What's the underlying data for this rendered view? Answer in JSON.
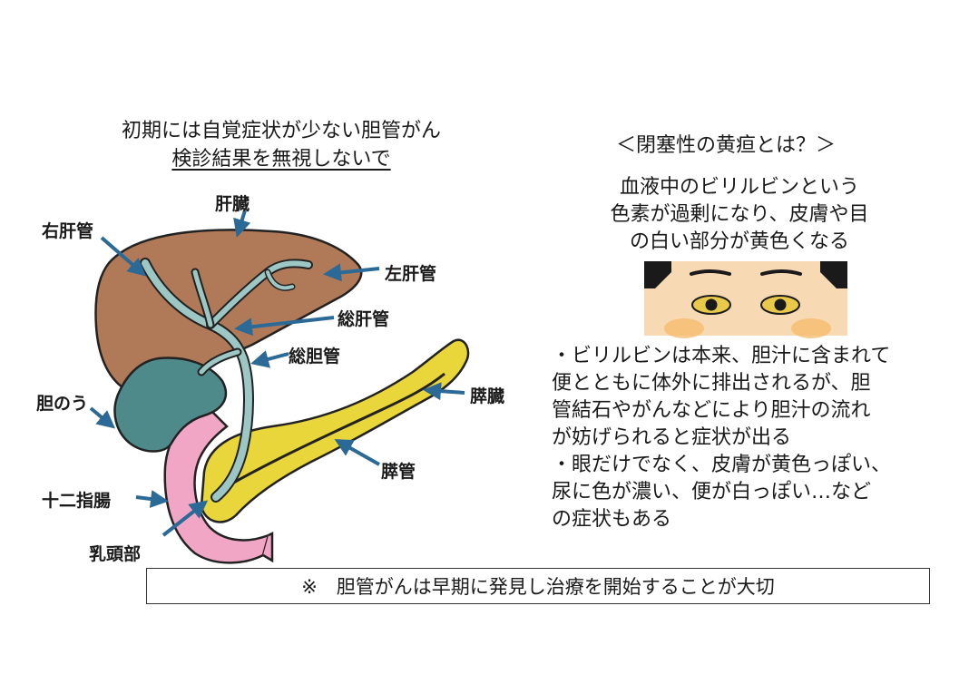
{
  "left_heading": {
    "line1": "初期には自覚症状が少ない胆管がん",
    "line2": "検診結果を無視しないで"
  },
  "anatomy_labels": {
    "liver": "肝臓",
    "right_hepatic_duct": "右肝管",
    "left_hepatic_duct": "左肝管",
    "common_hepatic_duct": "総肝管",
    "common_bile_duct": "総胆管",
    "gallbladder": "胆のう",
    "pancreas": "膵臓",
    "pancreatic_duct": "膵管",
    "duodenum": "十二指腸",
    "papilla": "乳頭部"
  },
  "right_panel": {
    "heading": "＜閉塞性の黄疸とは？＞",
    "definition": [
      "血液中のビリルビンという",
      "色素が過剰になり、皮膚や目",
      "の白い部分が黄色くなる"
    ],
    "bullets": [
      "・ビリルビンは本来、胆汁に含まれて",
      "便とともに体外に排出されるが、胆",
      "管結石やがんなどにより胆汁の流れ",
      "が妨げられると症状が出る",
      "・眼だけでなく、皮膚が黄色っぽい、",
      "尿に色が濃い、便が白っぽい…など",
      "の症状もある"
    ]
  },
  "footer": "※　胆管がんは早期に発見し治療を開始することが大切",
  "colors": {
    "liver": "#b07a58",
    "gallbladder": "#4f8a8b",
    "bile_duct": "#9cc7c4",
    "pancreas": "#e8d63a",
    "duodenum": "#f2a6c6",
    "arrow": "#2b6a96",
    "skin": "#f7d9b3",
    "cheek": "#f5b96a",
    "hair": "#1a1a1a",
    "eye_yellow": "#e9c94a"
  }
}
